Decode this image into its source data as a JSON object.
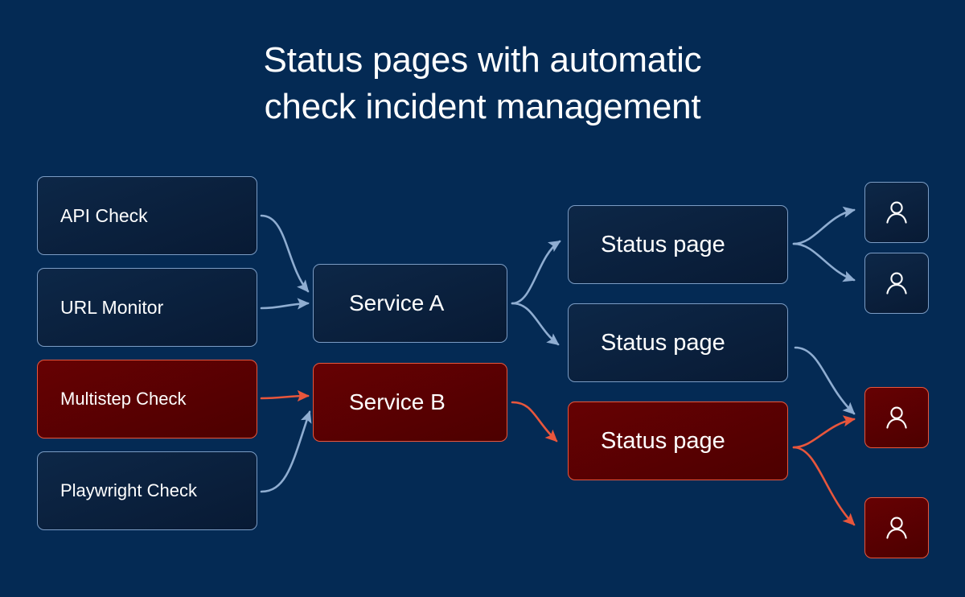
{
  "title": "Status pages with automatic\ncheck incident management",
  "colors": {
    "background": "#042a54",
    "node_blue_fill": "#0d2747",
    "node_blue_border": "#7b9cc4",
    "node_red_fill": "#5c0001",
    "node_red_border": "#e8563c",
    "edge_blue": "#8fadd1",
    "edge_red": "#e8563c",
    "text": "#ffffff"
  },
  "diagram": {
    "type": "flow-diagram",
    "columns": [
      {
        "name": "checks",
        "nodes": [
          {
            "id": "api-check",
            "label": "API Check",
            "state": "ok"
          },
          {
            "id": "url-monitor",
            "label": "URL Monitor",
            "state": "ok"
          },
          {
            "id": "multistep-check",
            "label": "Multistep Check",
            "state": "failing"
          },
          {
            "id": "playwright-check",
            "label": "Playwright Check",
            "state": "ok"
          }
        ]
      },
      {
        "name": "services",
        "nodes": [
          {
            "id": "service-a",
            "label": "Service A",
            "state": "ok"
          },
          {
            "id": "service-b",
            "label": "Service B",
            "state": "failing"
          }
        ]
      },
      {
        "name": "status-pages",
        "nodes": [
          {
            "id": "status-page-1",
            "label": "Status page",
            "state": "ok"
          },
          {
            "id": "status-page-2",
            "label": "Status page",
            "state": "ok"
          },
          {
            "id": "status-page-3",
            "label": "Status page",
            "state": "failing"
          }
        ]
      },
      {
        "name": "users",
        "nodes": [
          {
            "id": "user-1",
            "icon": "user-icon",
            "state": "ok"
          },
          {
            "id": "user-2",
            "icon": "user-icon",
            "state": "ok"
          },
          {
            "id": "user-3",
            "icon": "user-icon",
            "state": "failing"
          },
          {
            "id": "user-4",
            "icon": "user-icon",
            "state": "failing"
          }
        ]
      }
    ],
    "edges": [
      {
        "from": "api-check",
        "to": "service-a",
        "state": "ok"
      },
      {
        "from": "url-monitor",
        "to": "service-a",
        "state": "ok"
      },
      {
        "from": "multistep-check",
        "to": "service-b",
        "state": "failing"
      },
      {
        "from": "playwright-check",
        "to": "service-b",
        "state": "ok"
      },
      {
        "from": "service-a",
        "to": "status-page-1",
        "state": "ok"
      },
      {
        "from": "service-a",
        "to": "status-page-2",
        "state": "ok"
      },
      {
        "from": "service-b",
        "to": "status-page-3",
        "state": "failing"
      },
      {
        "from": "status-page-1",
        "to": "user-1",
        "state": "ok"
      },
      {
        "from": "status-page-1",
        "to": "user-2",
        "state": "ok"
      },
      {
        "from": "status-page-2",
        "to": "user-3",
        "state": "ok"
      },
      {
        "from": "status-page-3",
        "to": "user-3",
        "state": "failing"
      },
      {
        "from": "status-page-3",
        "to": "user-4",
        "state": "failing"
      }
    ]
  }
}
